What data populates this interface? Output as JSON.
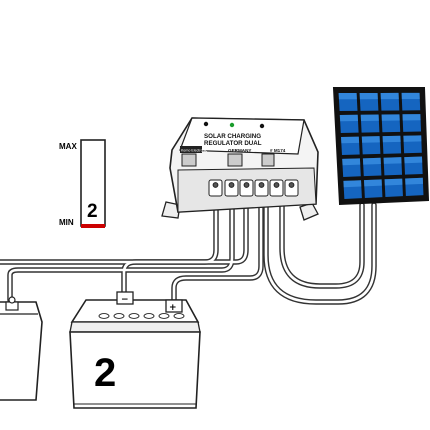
{
  "gauge": {
    "max_label": "MAX",
    "min_label": "MIN",
    "value": "2",
    "level_color": "#cc0000"
  },
  "controller": {
    "title_line1": "SOLAR CHARGING",
    "title_line2": "REGULATOR DUAL",
    "country": "GERMANY",
    "brand": "Kemo Electronic",
    "model": "# M174",
    "led_colors": [
      "#111111",
      "#1a9c2c",
      "#111111"
    ]
  },
  "battery_front": {
    "number": "2",
    "minus_sign": "−",
    "plus_sign": "+"
  },
  "panel": {
    "cell_color": "#1565c0",
    "cell_highlight": "#4aa3f0"
  }
}
